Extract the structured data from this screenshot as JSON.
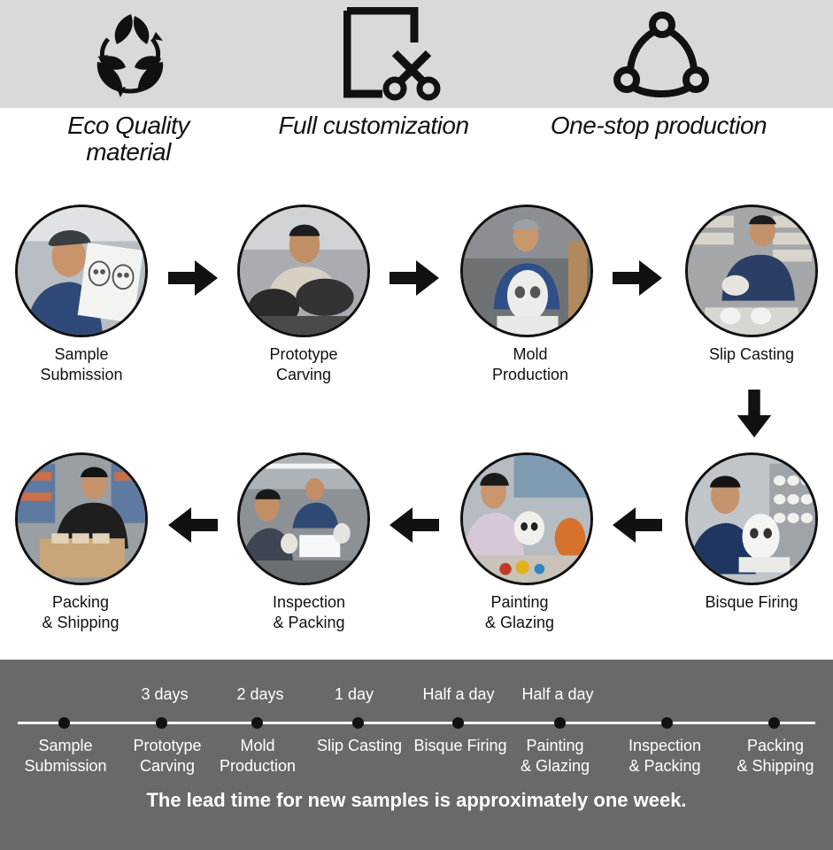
{
  "features": [
    {
      "label": "Eco Quality\nmaterial",
      "icon": "leaf-recycle-icon"
    },
    {
      "label": "Full customization",
      "icon": "scissors-document-icon"
    },
    {
      "label": "One-stop production",
      "icon": "hands-cycle-icon"
    }
  ],
  "process_steps": [
    {
      "label": "Sample\nSubmission",
      "photo": "worker-holding-skull-sketch"
    },
    {
      "label": "Prototype\nCarving",
      "photo": "worker-carving-clay-skulls"
    },
    {
      "label": "Mold\nProduction",
      "photo": "worker-making-skull-mold"
    },
    {
      "label": "Slip Casting",
      "photo": "worker-pouring-slip-into-molds"
    },
    {
      "label": "Bisque Firing",
      "photo": "worker-with-white-bisque-skull"
    },
    {
      "label": "Painting\n& Glazing",
      "photo": "workers-painting-skulls"
    },
    {
      "label": "Inspection\n& Packing",
      "photo": "workers-inspecting-skulls"
    },
    {
      "label": "Packing\n& Shipping",
      "photo": "worker-packing-boxes"
    }
  ],
  "timeline": {
    "durations": [
      "3 days",
      "2 days",
      "1 day",
      "Half a day",
      "Half a day"
    ],
    "steps": [
      "Sample\nSubmission",
      "Prototype\nCarving",
      "Mold\nProduction",
      "Slip Casting",
      "Bisque Firing",
      "Painting\n& Glazing",
      "Inspection\n& Packing",
      "Packing\n& Shipping"
    ],
    "lead_time_text": "The lead time for new samples is approximately one week."
  },
  "colors": {
    "banner_bg": "#d9d9d9",
    "timeline_bg": "#696969",
    "text_dark": "#111111",
    "text_light": "#ffffff"
  }
}
